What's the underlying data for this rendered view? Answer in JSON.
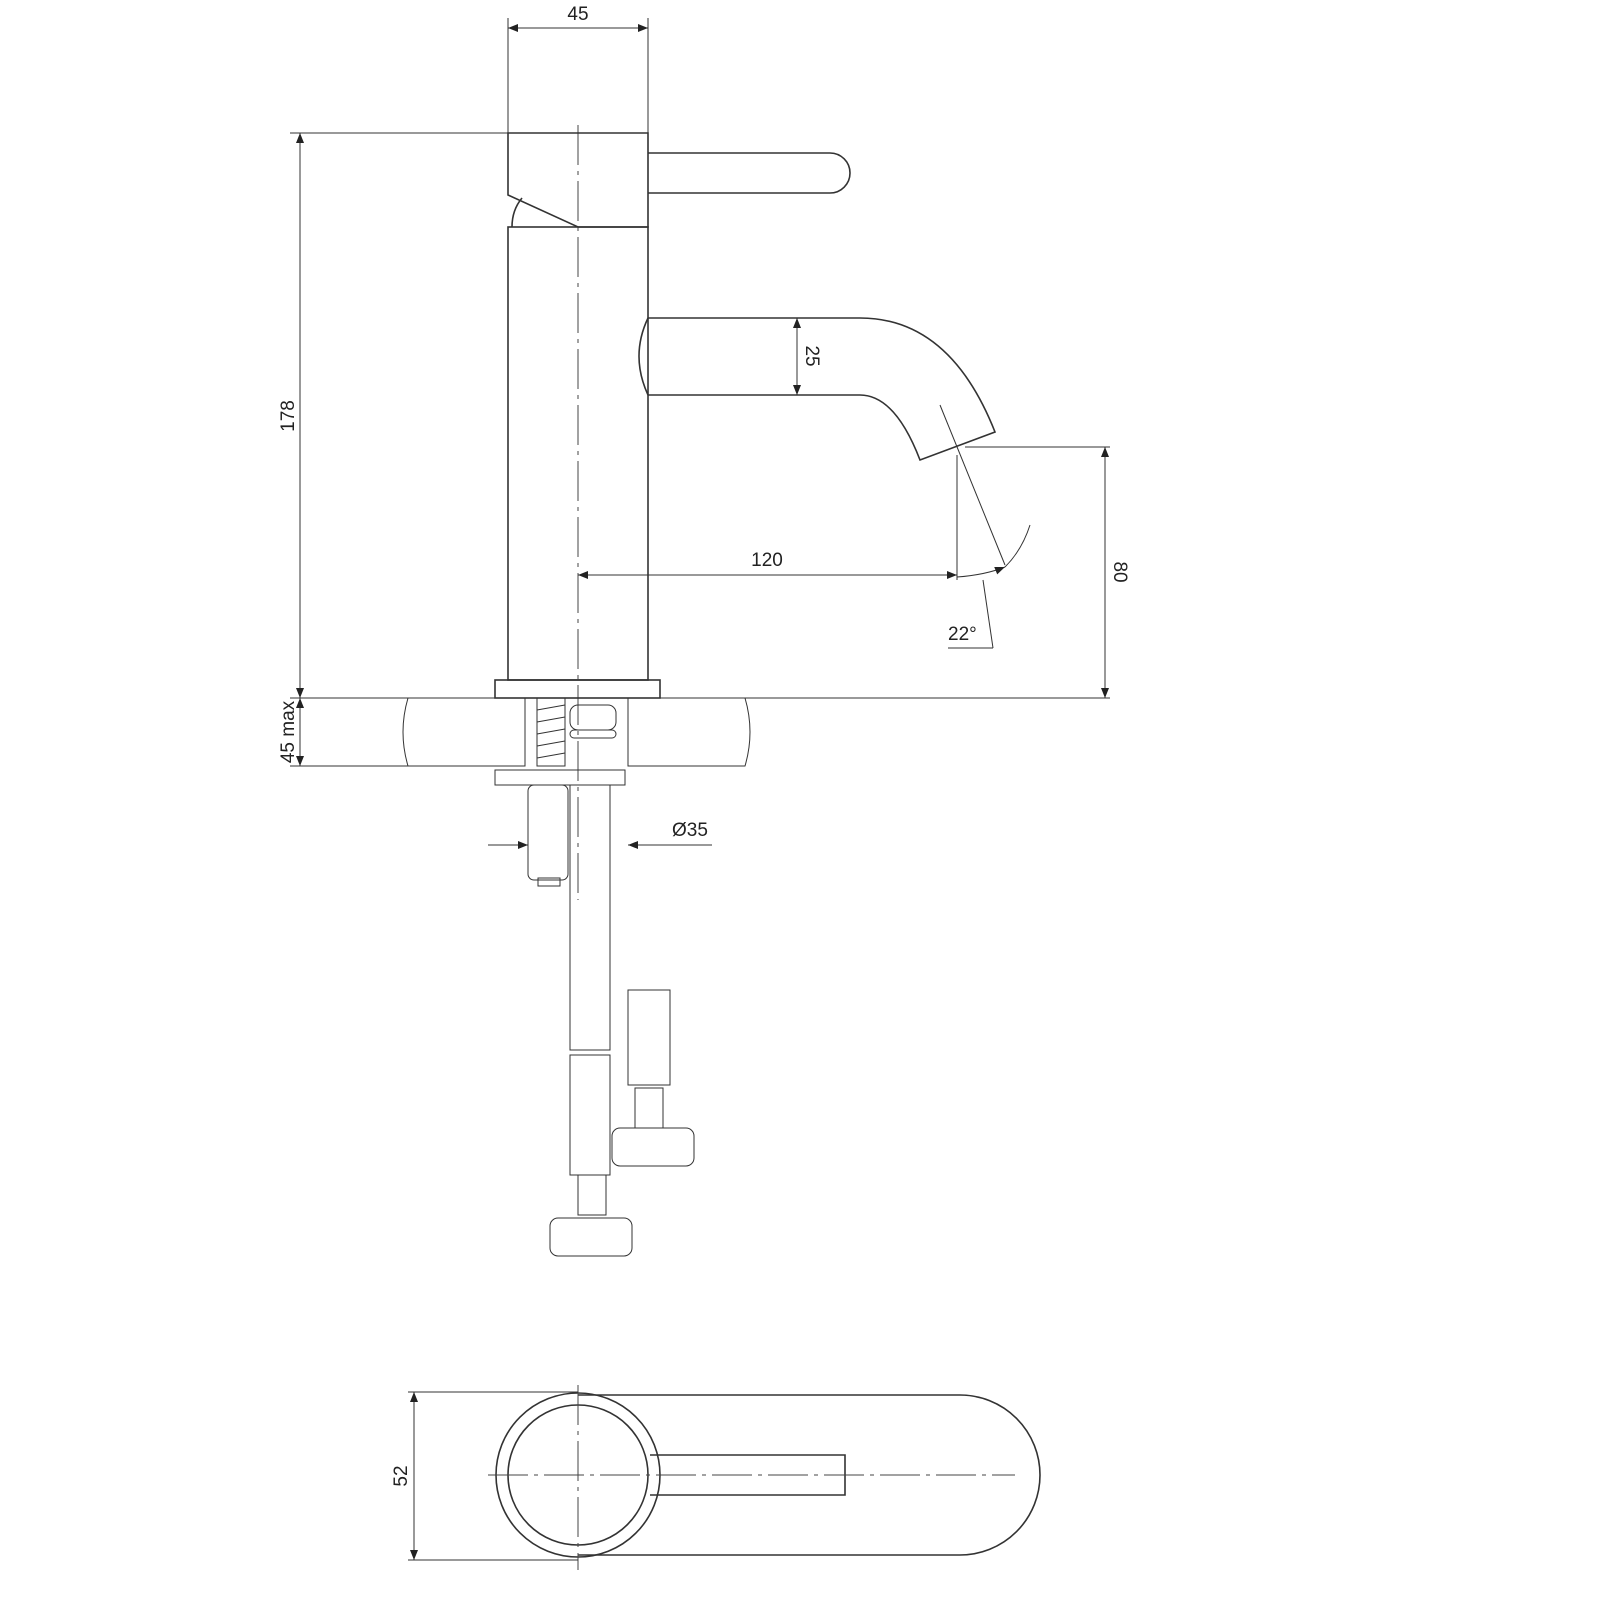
{
  "dimensions": {
    "body_width": "45",
    "total_height": "178",
    "counter_thickness": "45 max",
    "spout_diameter": "25",
    "spout_reach": "120",
    "spout_height": "80",
    "spout_angle": "22°",
    "hole_diameter": "Ø35",
    "top_view_width": "52"
  },
  "colors": {
    "line": "#333333",
    "background": "#ffffff"
  }
}
